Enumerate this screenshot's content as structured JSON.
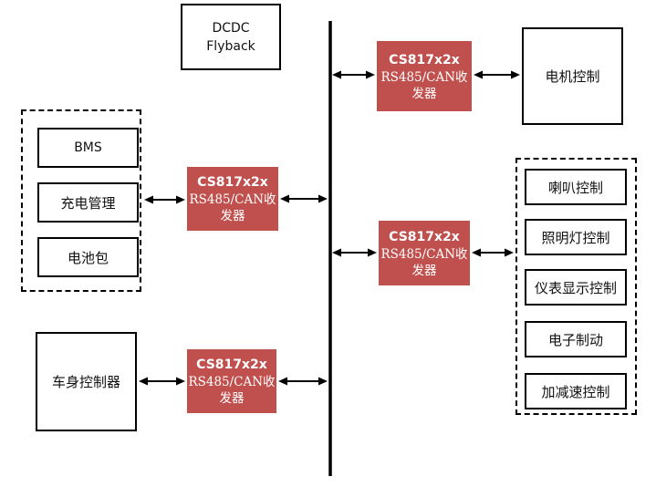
{
  "nodes": {
    "dcdc": {
      "line1": "DCDC",
      "line2": "Flyback"
    },
    "transceiver": {
      "chip": "CS817x2x",
      "desc_line1": "RS485/CAN收",
      "desc_line2": "发器"
    },
    "motor": {
      "label": "电机控制"
    },
    "body_controller": {
      "label": "车身控制器"
    },
    "battery_group": {
      "items": [
        "BMS",
        "充电管理",
        "电池包"
      ]
    },
    "control_group": {
      "items": [
        "喇叭控制",
        "照明灯控制",
        "仪表显示控制",
        "电子制动",
        "加减速控制"
      ]
    }
  },
  "colors": {
    "transceiver_bg": "#c0504d",
    "transceiver_text": "#ffffff",
    "line_color": "#000000"
  }
}
